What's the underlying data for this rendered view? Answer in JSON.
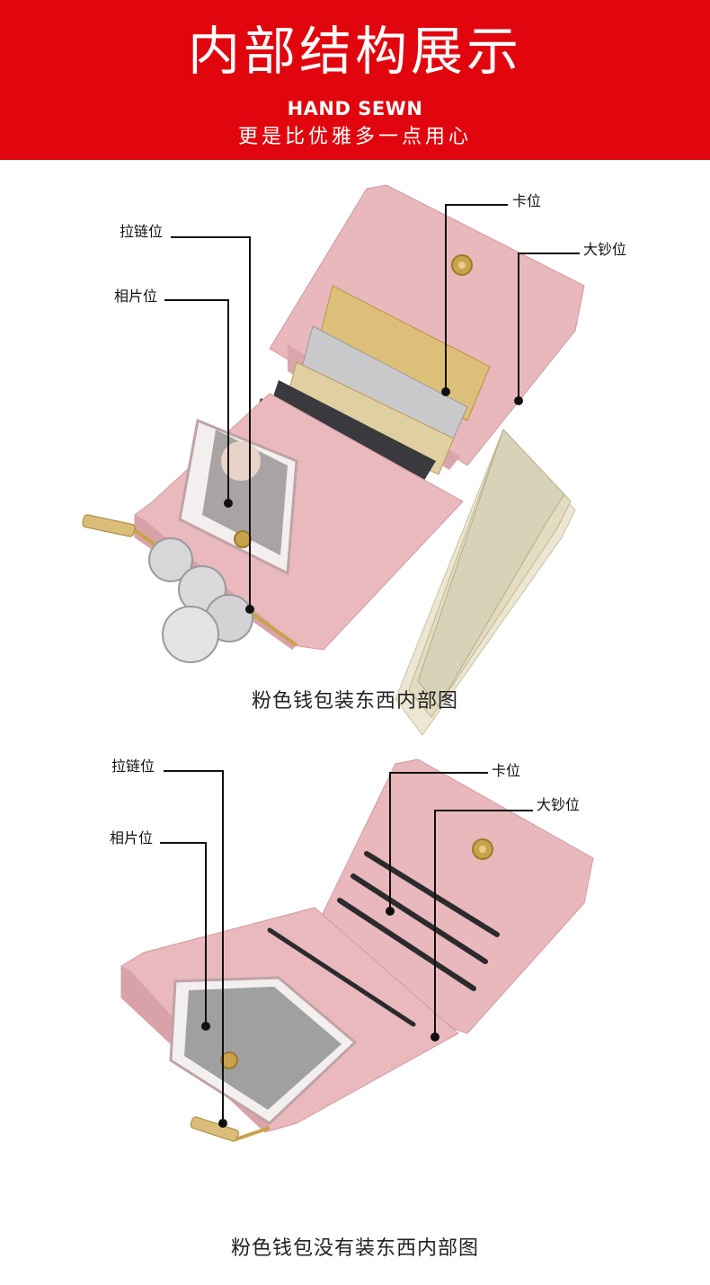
{
  "header": {
    "title": "内部结构展示",
    "subtitle_en": "HAND SEWN",
    "subtitle_cn": "更是比优雅多一点用心"
  },
  "scene1": {
    "labels": {
      "zipper": "拉链位",
      "photo": "相片位",
      "card": "卡位",
      "cash": "大钞位"
    },
    "caption": "粉色钱包装东西内部图"
  },
  "scene2": {
    "labels": {
      "zipper": "拉链位",
      "photo": "相片位",
      "card": "卡位",
      "cash": "大钞位"
    },
    "caption": "粉色钱包没有装东西内部图"
  },
  "colors": {
    "banner": "#e1060d",
    "wallet_pink": "#e9b9bd",
    "wallet_pink_dark": "#d9a2a8"
  }
}
